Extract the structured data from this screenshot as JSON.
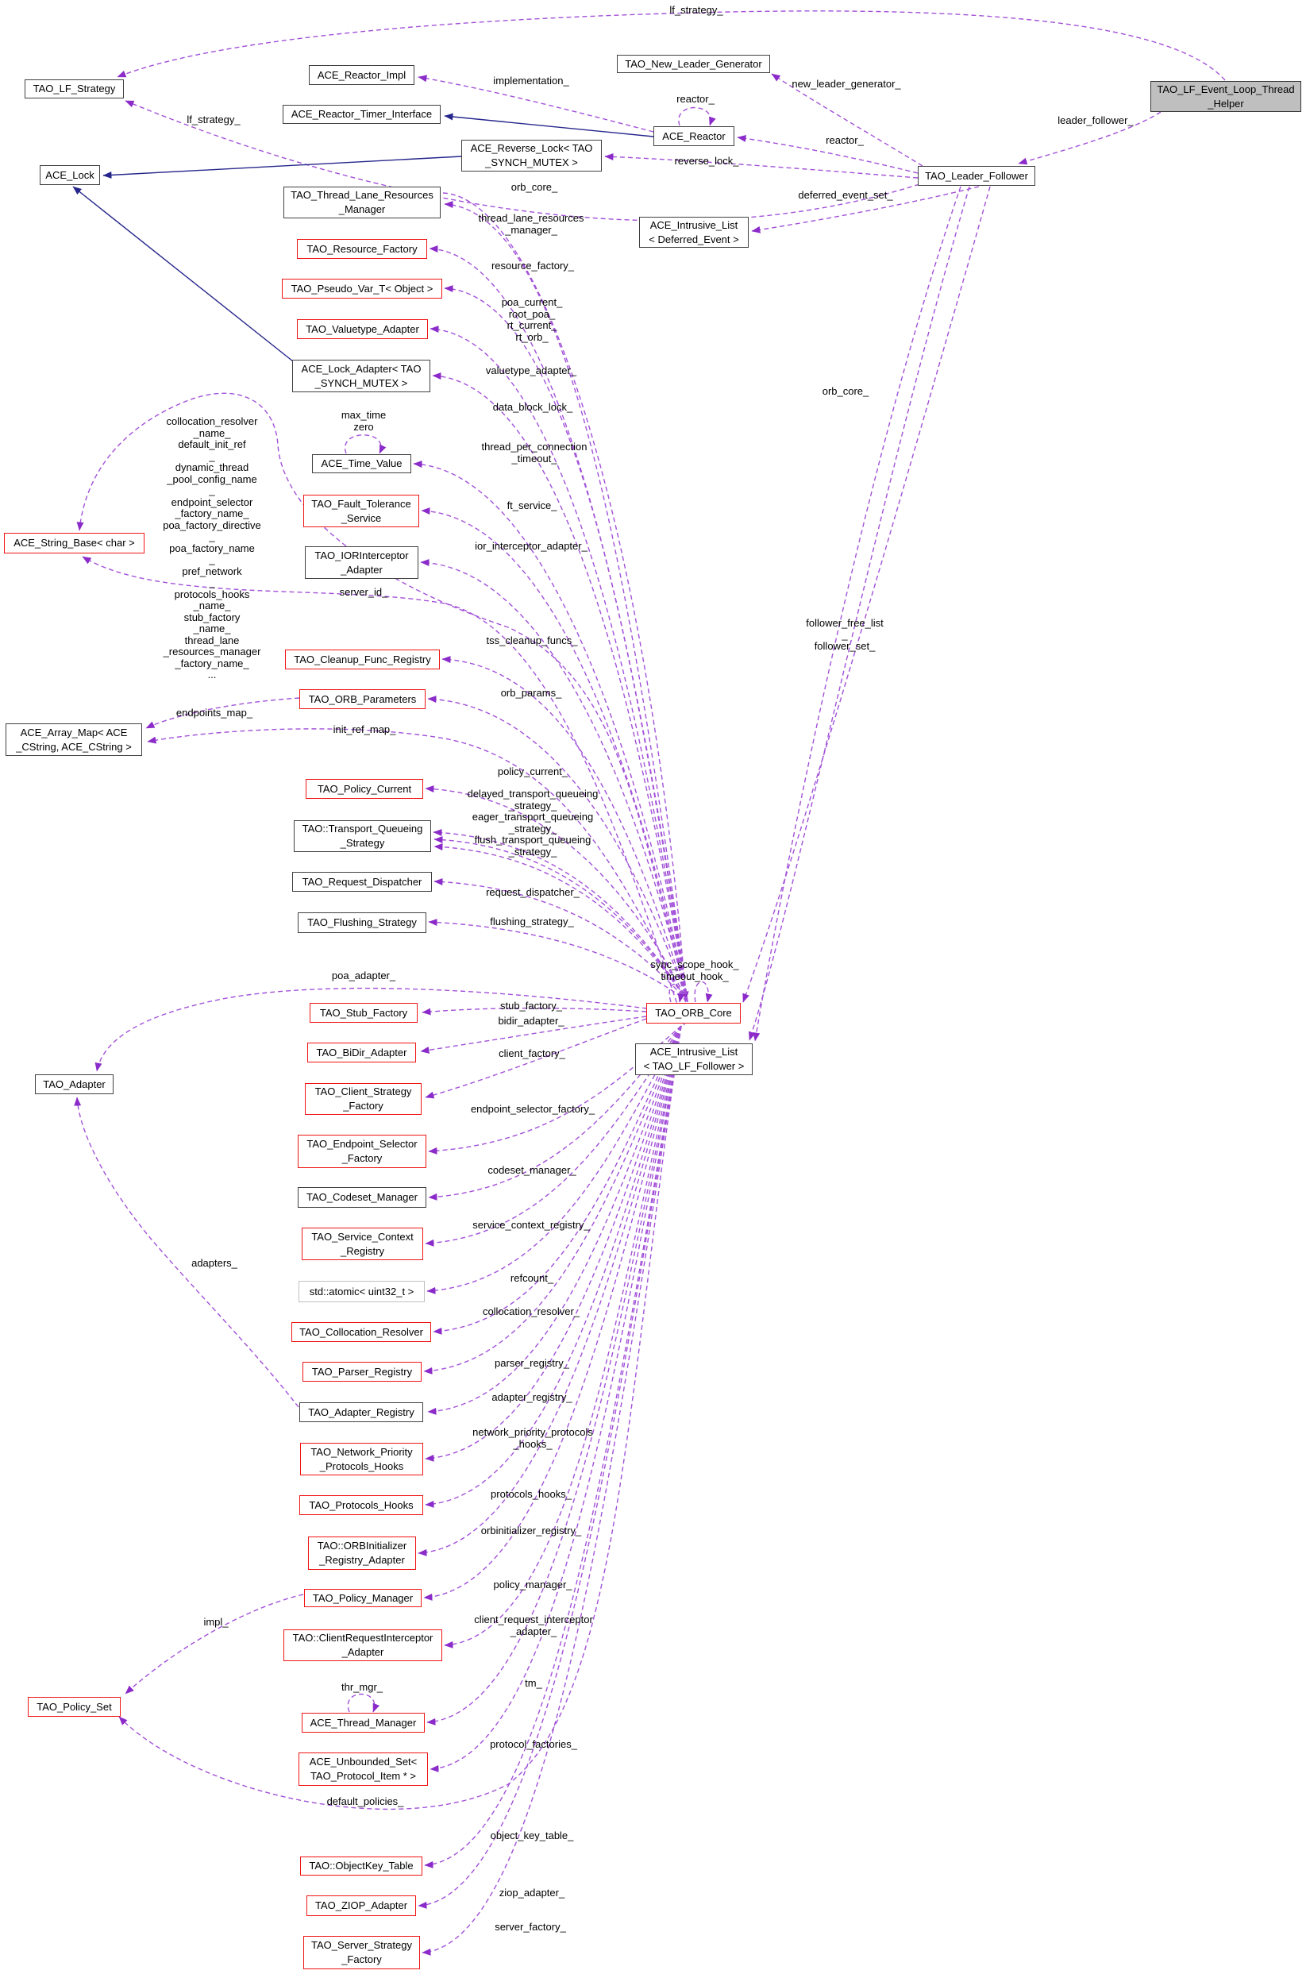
{
  "colors": {
    "member_edge": "#a251d8",
    "member_arrow": "#8b2bc9",
    "inheritance_edge": "#26268c",
    "node_border": "#404040",
    "truncated_node_border": "#f01414",
    "current_node_fill": "#bfbfbf",
    "template_node_border": "#c0c0c0"
  },
  "nodes": [
    {
      "id": "tao-lf-strategy",
      "label": "TAO_LF_Strategy",
      "style": "plain"
    },
    {
      "id": "ace-lock",
      "label": "ACE_Lock",
      "style": "plain"
    },
    {
      "id": "ace-string-base",
      "label": "ACE_String_Base< char >",
      "style": "red"
    },
    {
      "id": "ace-array-map",
      "label": "ACE_Array_Map< ACE\n_CString, ACE_CString >",
      "style": "plain"
    },
    {
      "id": "tao-adapter",
      "label": "TAO_Adapter",
      "style": "plain"
    },
    {
      "id": "tao-policy-set",
      "label": "TAO_Policy_Set",
      "style": "red"
    },
    {
      "id": "ace-reactor-impl",
      "label": "ACE_Reactor_Impl",
      "style": "plain"
    },
    {
      "id": "ace-reactor-timer-interface",
      "label": "ACE_Reactor_Timer_Interface",
      "style": "plain"
    },
    {
      "id": "ace-reverse-lock",
      "label": "ACE_Reverse_Lock< TAO\n_SYNCH_MUTEX >",
      "style": "plain"
    },
    {
      "id": "tao-new-leader-generator",
      "label": "TAO_New_Leader_Generator",
      "style": "plain"
    },
    {
      "id": "ace-reactor",
      "label": "ACE_Reactor",
      "style": "plain"
    },
    {
      "id": "tao-lf-event-loop-thread-helper",
      "label": "TAO_LF_Event_Loop_Thread\n_Helper",
      "style": "grey"
    },
    {
      "id": "tao-leader-follower",
      "label": "TAO_Leader_Follower",
      "style": "plain"
    },
    {
      "id": "ace-intrusive-list-deferred-event",
      "label": "ACE_Intrusive_List\n< Deferred_Event >",
      "style": "plain"
    },
    {
      "id": "tao-thread-lane-resources-manager",
      "label": "TAO_Thread_Lane_Resources\n_Manager",
      "style": "plain"
    },
    {
      "id": "tao-resource-factory",
      "label": "TAO_Resource_Factory",
      "style": "red"
    },
    {
      "id": "tao-pseudo-var-t",
      "label": "TAO_Pseudo_Var_T< Object >",
      "style": "red"
    },
    {
      "id": "tao-valuetype-adapter",
      "label": "TAO_Valuetype_Adapter",
      "style": "red"
    },
    {
      "id": "ace-lock-adapter",
      "label": "ACE_Lock_Adapter< TAO\n_SYNCH_MUTEX >",
      "style": "plain"
    },
    {
      "id": "ace-time-value",
      "label": "ACE_Time_Value",
      "style": "plain"
    },
    {
      "id": "tao-fault-tolerance-service",
      "label": "TAO_Fault_Tolerance\n_Service",
      "style": "red"
    },
    {
      "id": "tao-iorinterceptor-adapter",
      "label": "TAO_IORInterceptor\n_Adapter",
      "style": "plain"
    },
    {
      "id": "tao-cleanup-func-registry",
      "label": "TAO_Cleanup_Func_Registry",
      "style": "red"
    },
    {
      "id": "tao-orb-parameters",
      "label": "TAO_ORB_Parameters",
      "style": "red"
    },
    {
      "id": "tao-policy-current",
      "label": "TAO_Policy_Current",
      "style": "red"
    },
    {
      "id": "tao-transport-queueing-strategy",
      "label": "TAO::Transport_Queueing\n_Strategy",
      "style": "plain"
    },
    {
      "id": "tao-request-dispatcher",
      "label": "TAO_Request_Dispatcher",
      "style": "plain"
    },
    {
      "id": "tao-flushing-strategy",
      "label": "TAO_Flushing_Strategy",
      "style": "plain"
    },
    {
      "id": "tao-orb-core",
      "label": "TAO_ORB_Core",
      "style": "red"
    },
    {
      "id": "ace-intrusive-list-lf-follower",
      "label": "ACE_Intrusive_List\n< TAO_LF_Follower >",
      "style": "plain"
    },
    {
      "id": "tao-stub-factory",
      "label": "TAO_Stub_Factory",
      "style": "red"
    },
    {
      "id": "tao-bidir-adapter",
      "label": "TAO_BiDir_Adapter",
      "style": "red"
    },
    {
      "id": "tao-client-strategy-factory",
      "label": "TAO_Client_Strategy\n_Factory",
      "style": "red"
    },
    {
      "id": "tao-endpoint-selector-factory",
      "label": "TAO_Endpoint_Selector\n_Factory",
      "style": "red"
    },
    {
      "id": "tao-codeset-manager",
      "label": "TAO_Codeset_Manager",
      "style": "plain"
    },
    {
      "id": "tao-service-context-registry",
      "label": "TAO_Service_Context\n_Registry",
      "style": "red"
    },
    {
      "id": "std-atomic-uint32",
      "label": "std::atomic< uint32_t >",
      "style": "faint"
    },
    {
      "id": "tao-collocation-resolver",
      "label": "TAO_Collocation_Resolver",
      "style": "red"
    },
    {
      "id": "tao-parser-registry",
      "label": "TAO_Parser_Registry",
      "style": "red"
    },
    {
      "id": "tao-adapter-registry",
      "label": "TAO_Adapter_Registry",
      "style": "plain"
    },
    {
      "id": "tao-network-priority-protocols-hooks",
      "label": "TAO_Network_Priority\n_Protocols_Hooks",
      "style": "red"
    },
    {
      "id": "tao-protocols-hooks",
      "label": "TAO_Protocols_Hooks",
      "style": "red"
    },
    {
      "id": "tao-orbinitializer-registry-adapter",
      "label": "TAO::ORBInitializer\n_Registry_Adapter",
      "style": "red"
    },
    {
      "id": "tao-policy-manager",
      "label": "TAO_Policy_Manager",
      "style": "red"
    },
    {
      "id": "tao-clientrequestinterceptor-adapter",
      "label": "TAO::ClientRequestInterceptor\n_Adapter",
      "style": "red"
    },
    {
      "id": "ace-thread-manager",
      "label": "ACE_Thread_Manager",
      "style": "red"
    },
    {
      "id": "ace-unbounded-set",
      "label": "ACE_Unbounded_Set<\nTAO_Protocol_Item * >",
      "style": "red"
    },
    {
      "id": "tao-objectkey-table",
      "label": "TAO::ObjectKey_Table",
      "style": "red"
    },
    {
      "id": "tao-ziop-adapter",
      "label": "TAO_ZIOP_Adapter",
      "style": "red"
    },
    {
      "id": "tao-server-strategy-factory",
      "label": "TAO_Server_Strategy\n_Factory",
      "style": "red"
    }
  ],
  "edge_labels": [
    {
      "text": "lf_strategy_"
    },
    {
      "text": "implementation_"
    },
    {
      "text": "new_leader_generator_"
    },
    {
      "text": "reactor_"
    },
    {
      "text": "reactor_"
    },
    {
      "text": "leader_follower_"
    },
    {
      "text": "reverse_lock_"
    },
    {
      "text": "orb_core_"
    },
    {
      "text": "deferred_event_set_"
    },
    {
      "text": "thread_lane_resources\n_manager_"
    },
    {
      "text": "resource_factory_"
    },
    {
      "text": "poa_current_\nroot_poa_\nrt_current_\nrt_orb_"
    },
    {
      "text": "valuetype_adapter_"
    },
    {
      "text": "data_block_lock_"
    },
    {
      "text": "max_time\nzero"
    },
    {
      "text": "thread_per_connection\n_timeout_"
    },
    {
      "text": "lf_strategy_"
    },
    {
      "text": "ft_service_"
    },
    {
      "text": "ior_interceptor_adapter_"
    },
    {
      "text": "server_id_"
    },
    {
      "text": "collocation_resolver\n_name_\ndefault_init_ref\n_\ndynamic_thread\n_pool_config_name\n_\nendpoint_selector\n_factory_name_\npoa_factory_directive\n_\npoa_factory_name\n_\npref_network\n_\nprotocols_hooks\n_name_\nstub_factory\n_name_\nthread_lane\n_resources_manager\n_factory_name_\n..."
    },
    {
      "text": "orb_core_"
    },
    {
      "text": "follower_free_list\n_\nfollower_set_"
    },
    {
      "text": "tss_cleanup_funcs_"
    },
    {
      "text": "orb_params_"
    },
    {
      "text": "endpoints_map_"
    },
    {
      "text": "init_ref_map_"
    },
    {
      "text": "policy_current_"
    },
    {
      "text": "delayed_transport_queueing\n_strategy_\neager_transport_queueing\n_strategy_\nflush_transport_queueing\n_strategy_"
    },
    {
      "text": "request_dispatcher_"
    },
    {
      "text": "flushing_strategy_"
    },
    {
      "text": "sync_scope_hook_\ntimeout_hook_"
    },
    {
      "text": "poa_adapter_"
    },
    {
      "text": "stub_factory_"
    },
    {
      "text": "bidir_adapter_"
    },
    {
      "text": "client_factory_"
    },
    {
      "text": "endpoint_selector_factory_"
    },
    {
      "text": "codeset_manager_"
    },
    {
      "text": "service_context_registry_"
    },
    {
      "text": "adapters_"
    },
    {
      "text": "refcount_"
    },
    {
      "text": "collocation_resolver_"
    },
    {
      "text": "parser_registry_"
    },
    {
      "text": "adapter_registry_"
    },
    {
      "text": "network_priority_protocols\n_hooks_"
    },
    {
      "text": "protocols_hooks_"
    },
    {
      "text": "orbinitializer_registry_"
    },
    {
      "text": "policy_manager_"
    },
    {
      "text": "client_request_interceptor\n_adapter_"
    },
    {
      "text": "impl_"
    },
    {
      "text": "thr_mgr_"
    },
    {
      "text": "tm_"
    },
    {
      "text": "protocol_factories_"
    },
    {
      "text": "default_policies_"
    },
    {
      "text": "object_key_table_"
    },
    {
      "text": "ziop_adapter_"
    },
    {
      "text": "server_factory_"
    }
  ]
}
